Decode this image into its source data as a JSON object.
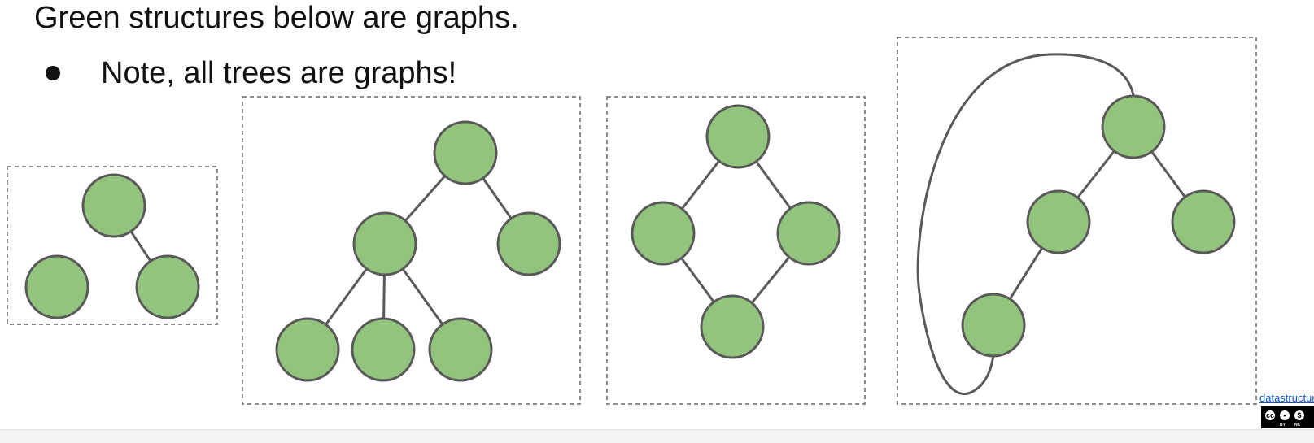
{
  "slide": {
    "heading": "Green structures below are graphs.",
    "bullet": "Note, all trees are graphs!"
  },
  "colors": {
    "node_fill": "#93c47d",
    "node_stroke": "#595959",
    "edge": "#595959",
    "frame": "#666666",
    "text": "#111111",
    "link": "#1155cc"
  },
  "diagrams": [
    {
      "id": "graph-1",
      "kind": "tree",
      "node_count": 3,
      "edges": [
        [
          "n1",
          "n3"
        ]
      ]
    },
    {
      "id": "graph-2",
      "kind": "tree",
      "node_count": 6,
      "edges": [
        [
          "n1",
          "n2"
        ],
        [
          "n1",
          "n3"
        ],
        [
          "n2",
          "n4"
        ],
        [
          "n2",
          "n5"
        ],
        [
          "n2",
          "n6"
        ]
      ]
    },
    {
      "id": "graph-3",
      "kind": "cycle",
      "node_count": 4,
      "edges": [
        [
          "n1",
          "n2"
        ],
        [
          "n1",
          "n3"
        ],
        [
          "n2",
          "n4"
        ],
        [
          "n3",
          "n4"
        ]
      ]
    },
    {
      "id": "graph-4",
      "kind": "tree-with-back-edge",
      "node_count": 4,
      "edges": [
        [
          "n1",
          "n2"
        ],
        [
          "n1",
          "n3"
        ],
        [
          "n2",
          "n4"
        ],
        [
          "n4",
          "n1"
        ]
      ]
    }
  ],
  "footer": {
    "source_link": "datastructur",
    "license_icon": "cc-by-nc-icon",
    "license_labels": [
      "BY",
      "NC"
    ]
  }
}
